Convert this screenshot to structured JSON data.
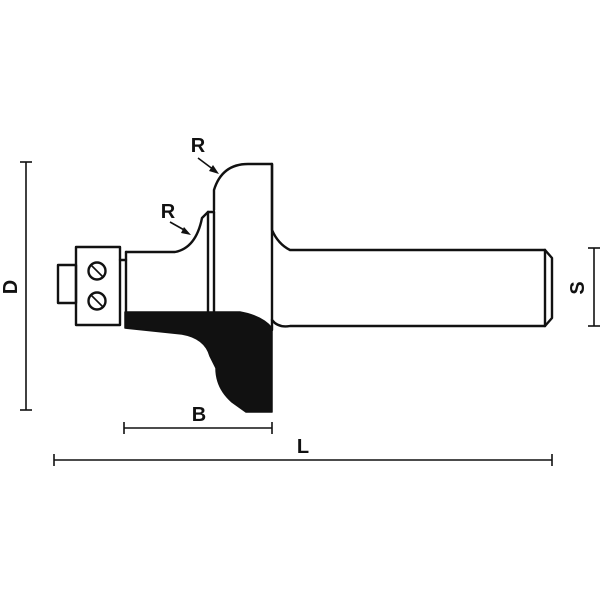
{
  "labels": {
    "radius_top": "R",
    "radius_lower": "R",
    "cutting_diameter": "D",
    "shank_diameter": "S",
    "cutting_length": "B",
    "total_length": "L"
  },
  "colors": {
    "line": "#111111",
    "background": "#ffffff"
  }
}
